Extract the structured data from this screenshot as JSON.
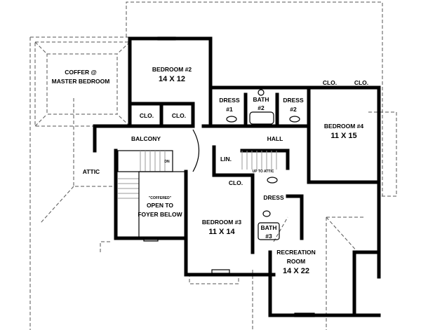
{
  "rooms": {
    "coffer": {
      "line1": "COFFER @",
      "line2": "MASTER BEDROOM"
    },
    "bedroom2": {
      "name": "BEDROOM #2",
      "size": "14 X 12"
    },
    "clo_a": "CLO.",
    "clo_b": "CLO.",
    "balcony": "BALCONY",
    "attic": "ATTIC",
    "foyer": {
      "note": "\"COFFERED\"",
      "line1": "OPEN TO",
      "line2": "FOYER BELOW"
    },
    "stair_dn": "DN",
    "dress1": {
      "line1": "DRESS",
      "line2": "#1"
    },
    "bath2": {
      "line1": "BATH",
      "line2": "#2"
    },
    "dress2": {
      "line1": "DRESS",
      "line2": "#2"
    },
    "clo_c": "CLO.",
    "clo_d": "CLO.",
    "hall": "HALL",
    "bedroom4": {
      "name": "BEDROOM #4",
      "size": "11 X 15"
    },
    "lin": "LIN.",
    "up_attic": "UP TO ATTIC",
    "clo_e": "CLO.",
    "dress3": "DRESS",
    "bedroom3": {
      "name": "BEDROOM #3",
      "size": "11 X 14"
    },
    "bath3": {
      "line1": "BATH",
      "line2": "#3"
    },
    "recreation": {
      "line1": "RECREATION",
      "line2": "ROOM",
      "size": "14 X 22"
    }
  }
}
